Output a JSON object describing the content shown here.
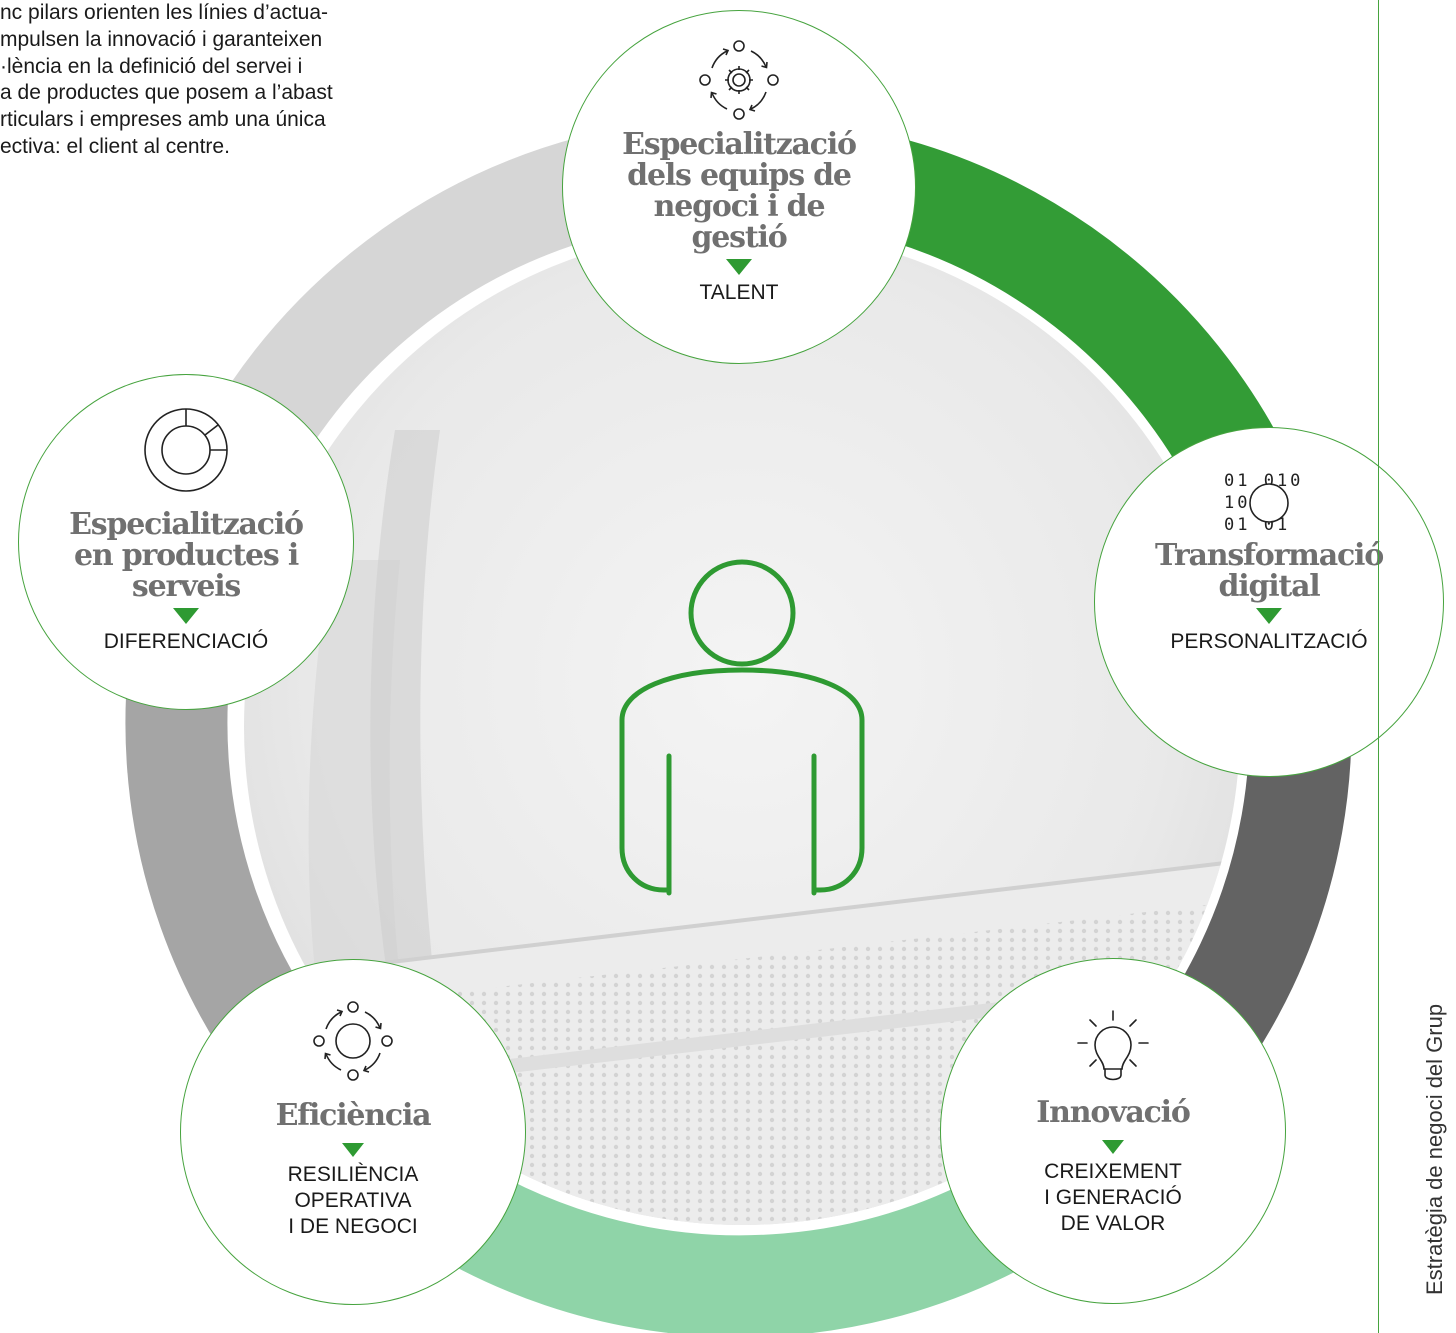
{
  "intro": {
    "lines": [
      "nc pilars orienten les línies d’actua-",
      "mpulsen la innovació i garanteixen",
      "·lència en la definició del servei i",
      "a de productes que posem a l’abast",
      "rticulars i empreses amb una única",
      "ectiva: el client al centre."
    ]
  },
  "diagram": {
    "center": "client-icon",
    "pillars": [
      {
        "title": "Especialització dels equips de negoci i de gestió",
        "value": "TALENT",
        "icon": "gear-cycle-icon",
        "ring_color": "#339c36"
      },
      {
        "title": "Transformació digital",
        "value": "PERSONALITZACIÓ",
        "icon": "binary-data-icon",
        "ring_color": "#636363"
      },
      {
        "title": "Innovació",
        "value": "CREIXEMENT\nI GENERACIÓ\nDE VALOR",
        "icon": "lightbulb-icon",
        "ring_color": "#8fd4a8"
      },
      {
        "title": "Eficiència",
        "value": "RESILIÈNCIA\nOPERATIVA\nI DE NEGOCI",
        "icon": "cycle-icon",
        "ring_color": "#a5a5a5"
      },
      {
        "title": "Especialització en productes i serveis",
        "value": "DIFERENCIACIÓ",
        "icon": "pie-chart-icon",
        "ring_color": "#d6d6d6"
      }
    ]
  },
  "colors": {
    "accent_green": "#2e9a32",
    "title_gray": "#707070"
  },
  "side_label": "Estratègia de negoci del Grup"
}
